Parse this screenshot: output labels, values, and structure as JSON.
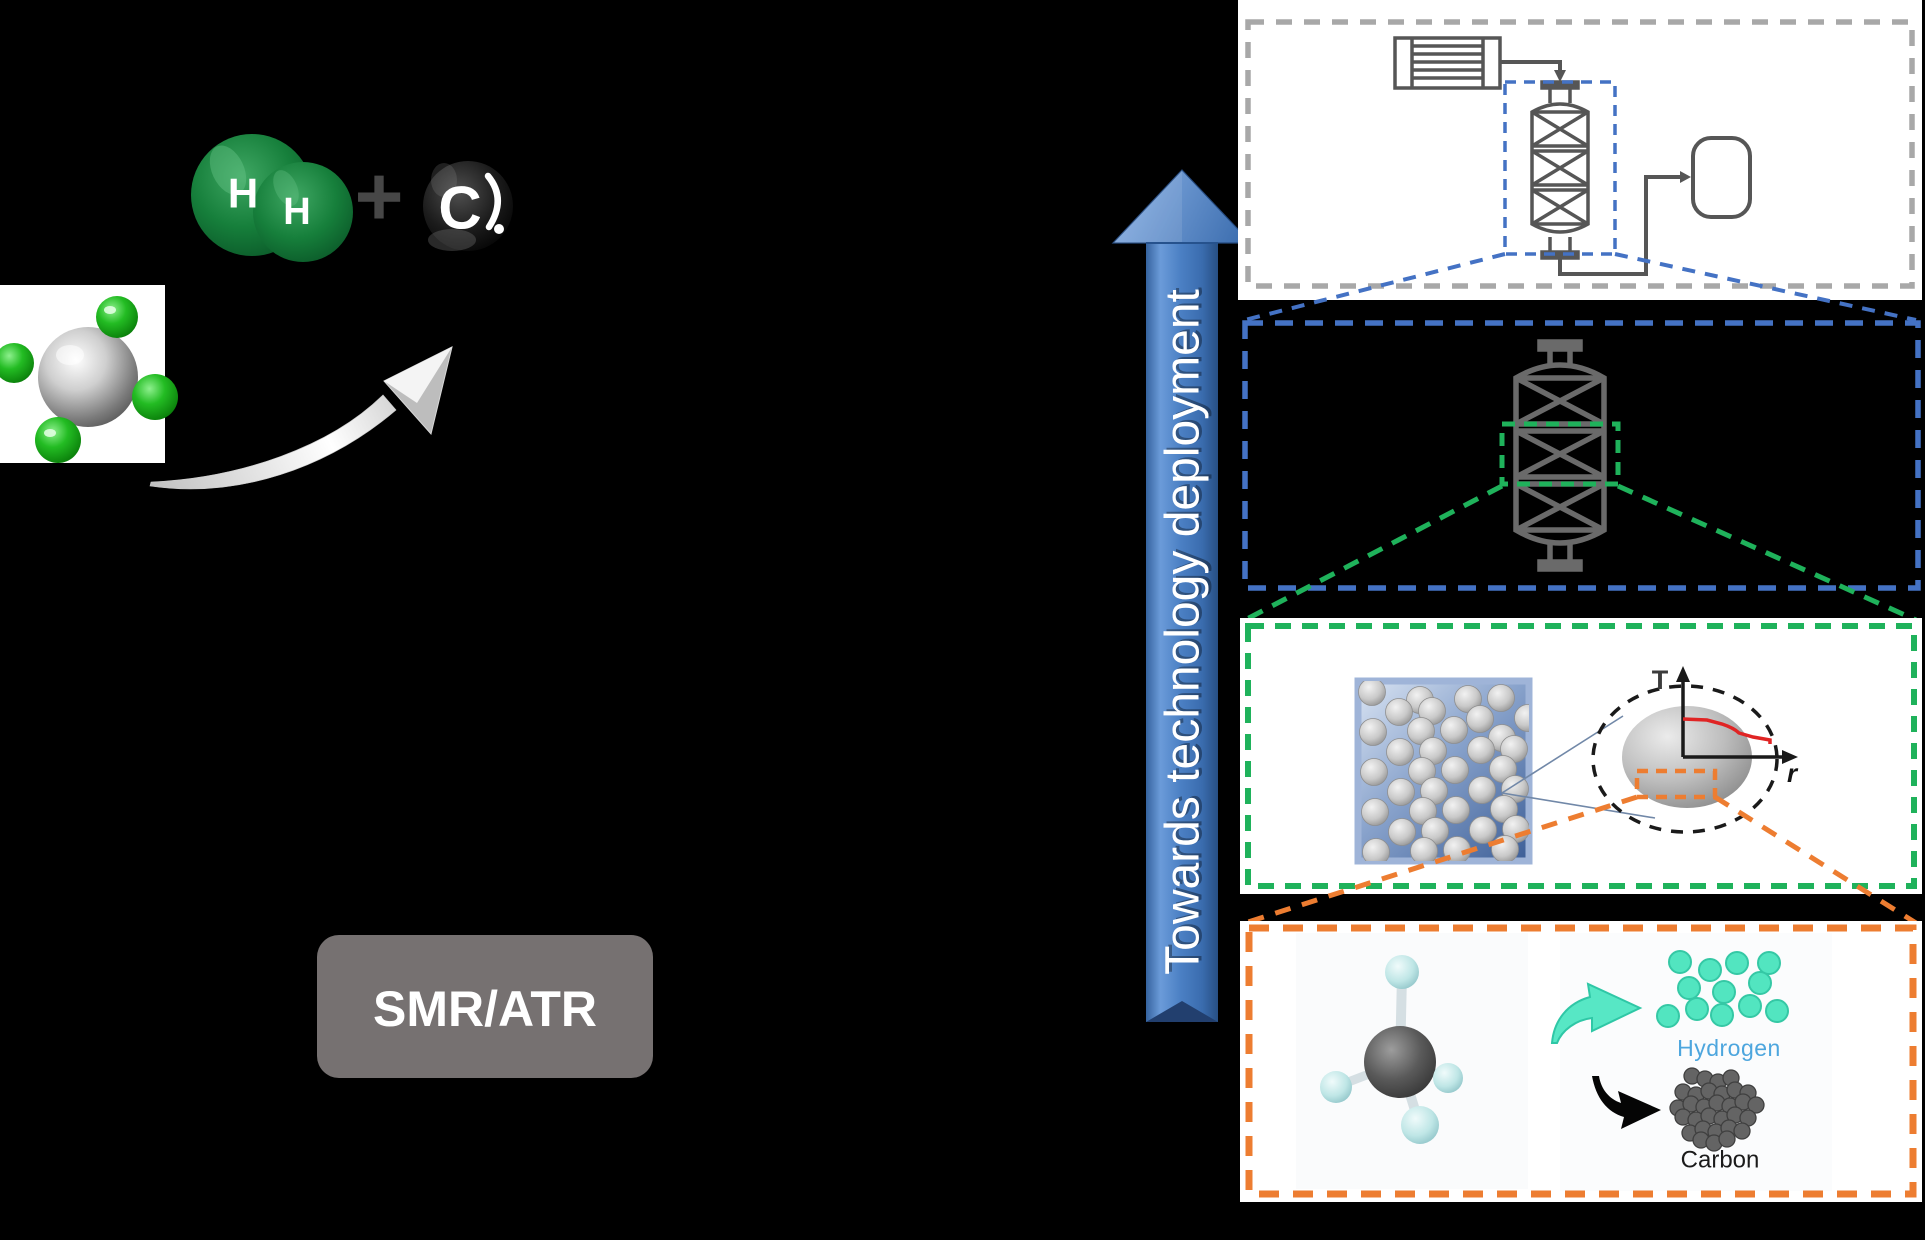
{
  "figure": {
    "background_color": "#000000",
    "reaction": {
      "h_label_1": "H",
      "h_label_2": "H",
      "plus": "+",
      "c_label": "C"
    },
    "smr_badge": {
      "label": "SMR/ATR",
      "bg_color": "#767171",
      "text_color": "#FFFFFF"
    },
    "deployment_arrow": {
      "label": "Towards technology deployment",
      "body_color": "#4177BE",
      "text_color": "#FFFFFF"
    },
    "panels": [
      {
        "name": "process-flowsheet",
        "border_color": "#A8A8A8",
        "fill": "#FFFFFF"
      },
      {
        "name": "multibed-reactor",
        "border_color": "#4472C4",
        "fill": "none"
      },
      {
        "name": "catalyst-bed-pellet",
        "border_color": "#1FB25B",
        "fill": "#FFFFFF",
        "pellet_plot": {
          "y_label": "T",
          "x_label": "r",
          "curve_color": "#E02424"
        }
      },
      {
        "name": "molecular-products",
        "border_color": "#ED7D31",
        "fill": "#FFFFFF",
        "hydrogen_label": "Hydrogen",
        "hydrogen_label_color": "#4DA6DE",
        "carbon_label": "Carbon",
        "carbon_label_color": "#1B1B1B"
      }
    ]
  }
}
